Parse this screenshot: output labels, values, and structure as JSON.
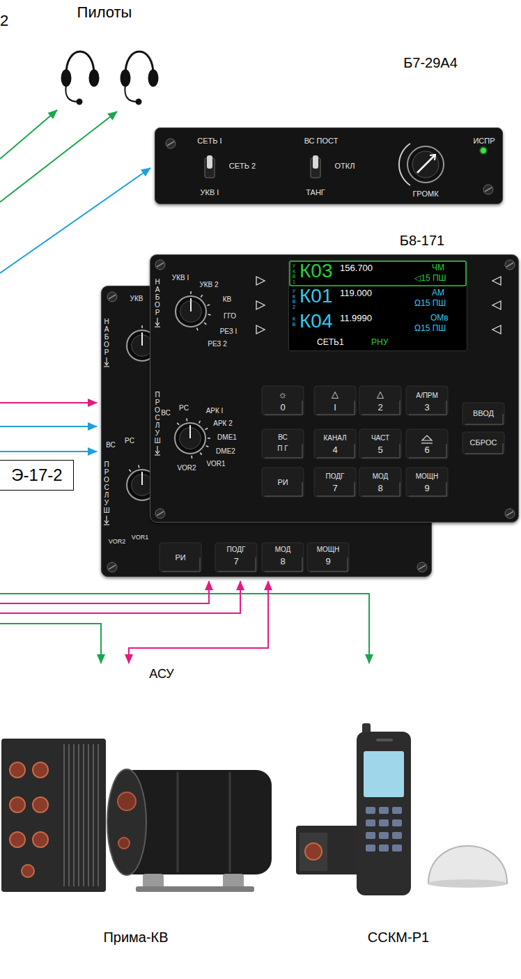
{
  "diagram": {
    "nodes": [
      {
        "text": [
          "Б7-29А4",
          "СЕТЬ I",
          "СЕТЬ 2",
          "УКВ I",
          "ВС ПОСТ",
          "ОТКЛ",
          "ТАНГ",
          "ИСПР",
          "ГРОМК"
        ]
      },
      {
        "text": [
          "УКВ",
          "НАБОР",
          "ВС",
          "РС",
          "ПРОСЛУШ",
          "VOR2",
          "VOR1",
          "РИ",
          "ПОДГ",
          "7",
          "МОД",
          "8",
          "МОЩН",
          "9"
        ]
      },
      {
        "text": [
          "Б8-171",
          "НАБОР",
          "УКВ I",
          "УКВ 2",
          "КВ",
          "ГГО",
          "РЕЗ I",
          "РЕЗ 2",
          "ПРОСЛУШ",
          "ВС",
          "РС",
          "АРК I",
          "АРК 2",
          "DME1",
          "DME2",
          "VOR1",
          "VOR2",
          "☼",
          "0",
          "△",
          "I",
          "△",
          "2",
          "А/ПРМ",
          "3",
          "ВВОД",
          "ВС",
          "П Г",
          "КАНАЛ",
          "4",
          "ЧАСТ",
          "5",
          "6",
          "СБРОС",
          "РИ",
          "ПОДГ",
          "7",
          "МОД",
          "8",
          "МОЩН",
          "9"
        ]
      },
      {
        "text": [
          "УКВ1",
          "К03",
          "156.700",
          "ЧМ",
          "◁15 ПШ",
          "УКВ2",
          "К01",
          "119.000",
          "АМ",
          "Ω15 ПШ",
          "КВ",
          "К04",
          "11.9990",
          "ОМв",
          "Ω15 ПШ",
          "СЕТЬ1",
          "РНУ"
        ],
        "in": 2
      },
      {
        "text": [
          "Э-17-2"
        ]
      }
    ],
    "labels": [
      "2",
      "Пилоты",
      "АСУ",
      "Прима-КВ",
      "ССКМ-Р1"
    ]
  }
}
